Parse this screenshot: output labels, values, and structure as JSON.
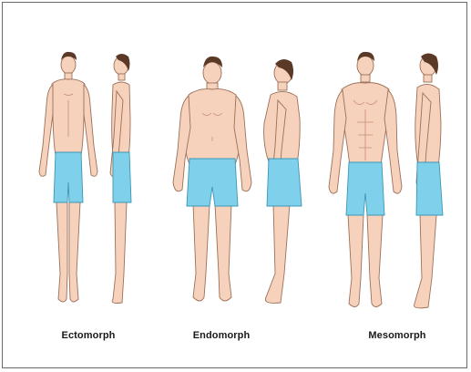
{
  "body_types": [
    {
      "name": "Ectomorph"
    },
    {
      "name": "Endomorph"
    },
    {
      "name": "Mesomorph"
    }
  ],
  "colors": {
    "skin": "#f6d2bd",
    "skin_shade": "#e9b39b",
    "outline": "#9c6f58",
    "hair": "#5a3a26",
    "shorts": "#7fd0ea",
    "shorts_shade": "#55b4d2",
    "frame": "#6a6a6a"
  }
}
